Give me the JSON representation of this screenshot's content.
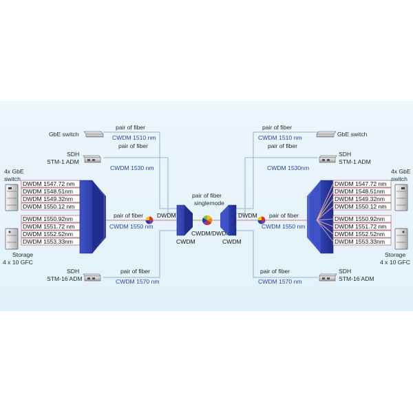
{
  "left": {
    "gbe_switch": "GbE switch",
    "sdh1_line1": "SDH",
    "sdh1_line2": "STM-1 ADM",
    "fiber1_label": "pair of fiber",
    "fiber1_wavelength": "CWDM 1510 nm",
    "fiber2_label": "pair of fiber",
    "fiber2_wavelength": "CWDM 1530 nm",
    "switch4x_line1": "4x GbE",
    "switch4x_line2": "switch",
    "dwdm": [
      "DWDM 1547.72 nm",
      "DWDM 1548.51nm",
      "DWDM 1549.32nm",
      "DWDM 1550.12 nm",
      "DWDM 1550.92nm",
      "DWDM 1551.72 nm",
      "DWDM 1552.52nm",
      "DWDM 1553.33nm"
    ],
    "fiber3_label": "pair of fiber",
    "fiber3_wavelength": "CWDM 1550 nm",
    "storage_line1": "Storage",
    "storage_line2": "4 x 10 GFC",
    "sdh16_line1": "SDH",
    "sdh16_line2": "STM-16 ADM",
    "fiber4_label": "pair of fiber",
    "fiber4_wavelength": "CWDM 1570 nm",
    "dwdm_tag": "DWDM",
    "cwdm_tag": "CWDM"
  },
  "center": {
    "label_line1": "pair of fiber",
    "label_line2": "singlemode",
    "cwdm_dwdm": "CWDM/DWDM"
  },
  "right": {
    "gbe_switch": "GbE switch",
    "sdh1_line1": "SDH",
    "sdh1_line2": "STM-1 ADM",
    "fiber1_label": "pair of fiber",
    "fiber1_wavelength": "CWDM 1510 nm",
    "fiber2_label": "pair of fiber",
    "fiber2_wavelength": "CWDM 1530nm",
    "switch4x_line1": "4x GbE",
    "switch4x_line2": "switch",
    "dwdm": [
      "DWDM 1547.72 nm",
      "DWDM 1548.51nm",
      "DWDM 1549.32nm",
      "DWDM 1550.12 nm",
      "DWDM 1550.92nm",
      "DWDM 1551.72 nm",
      "DWDM 1552.52nm",
      "DWDM 1553.33nm"
    ],
    "fiber3_label": "pair of fiber",
    "fiber3_wavelength": "CWDM 1550 nm",
    "storage_line1": "Storage",
    "storage_line2": "4 x 10 GFC",
    "sdh16_line1": "SDH",
    "sdh16_line2": "STM-16 ADM",
    "fiber4_label": "pair of fiber",
    "fiber4_wavelength": "CWDM 1570 nm",
    "dwdm_tag": "DWDM",
    "cwdm_tag": "CWDM"
  },
  "colors": {
    "background": "#e6f3fa",
    "mux_blue": "#2a39a8",
    "fiber_line": "#8fb3d3",
    "wavelength_text": "#2b3fa8"
  },
  "icons": [
    "gbe-switch-icon",
    "sdh-adm-icon",
    "server-icon",
    "storage-icon",
    "mux-icon",
    "color-wheel-icon"
  ]
}
